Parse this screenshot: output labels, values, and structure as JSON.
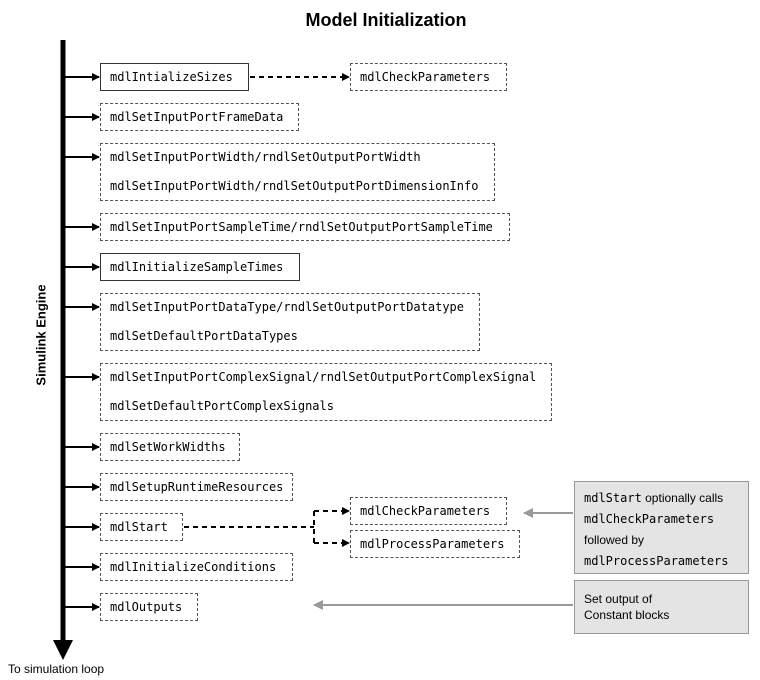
{
  "title": "Model Initialization",
  "engine_label": "Simulink Engine",
  "end_label": "To simulation loop",
  "boxes": {
    "init_sizes": "mdlIntializeSizes",
    "check_params_1": "mdlCheckParameters",
    "frame_data": "mdlSetInputPortFrameData",
    "width_a": "mdlSetInputPortWidth/rndlSetOutputPortWidth",
    "width_b": "mdlSetInputPortWidth/rndlSetOutputPortDimensionInfo",
    "sample_time": "mdlSetInputPortSampleTime/rndlSetOutputPortSampleTime",
    "init_sample_times": "mdlInitializeSampleTimes",
    "datatype_a": "mdlSetInputPortDataType/rndlSetOutputPortDatatype",
    "datatype_b": "mdlSetDefaultPortDataTypes",
    "complex_a": "mdlSetInputPortComplexSignal/rndlSetOutputPortComplexSignal",
    "complex_b": "mdlSetDefaultPortComplexSignals",
    "work_widths": "mdlSetWorkWidths",
    "runtime_resources": "mdlSetupRuntimeResources",
    "start": "mdlStart",
    "check_params_2": "mdlCheckParameters",
    "process_params": "mdlProcessParameters",
    "init_conditions": "mdlInitializeConditions",
    "outputs": "mdlOutputs"
  },
  "notes": {
    "start_note": {
      "line1_mono": "mdlStart",
      "line1_text": " optionally calls",
      "line2_mono": "mdlCheckParameters",
      "line3_text": "followed by",
      "line4_mono": "mdlProcessParameters"
    },
    "outputs_note": {
      "line1": "Set output of",
      "line2": "Constant blocks"
    }
  },
  "colors": {
    "line": "#000000",
    "note_arrow": "#999999",
    "note_bg": "#e4e4e4"
  }
}
